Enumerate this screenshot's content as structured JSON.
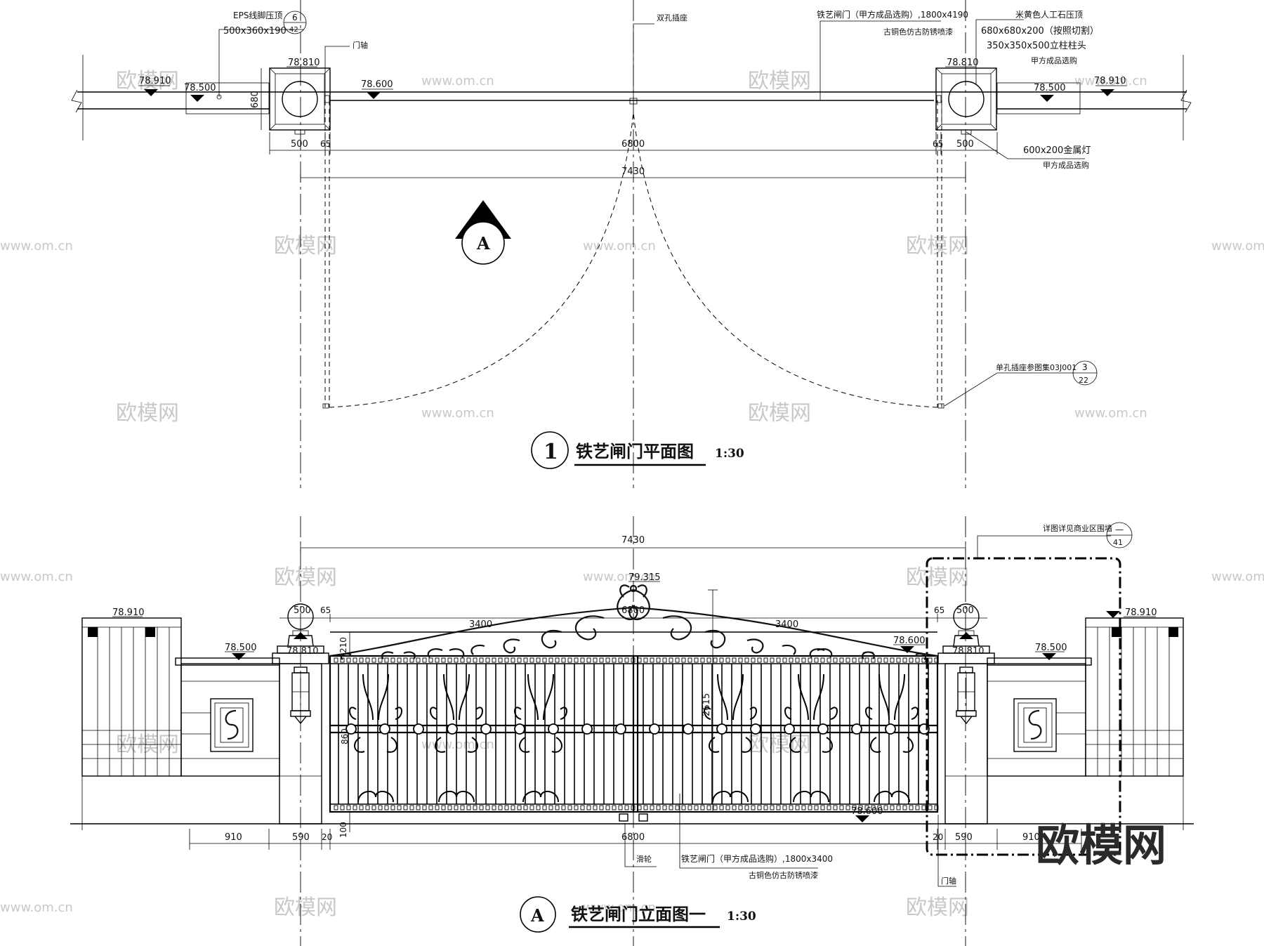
{
  "plan": {
    "title": "铁艺闸门平面图",
    "scale": "1:30",
    "number": "1",
    "section_marker": "A",
    "levels": {
      "left_outer": "78.910",
      "left_inner": "78.500",
      "left_pillar": "78.810",
      "center": "78.600",
      "right_pillar": "78.810",
      "right_inner": "78.500",
      "right_outer": "78.910"
    },
    "dims": {
      "pillar_left": "500",
      "gap_left": "65",
      "opening": "6800",
      "gap_right": "65",
      "pillar_right": "500",
      "total": "7430",
      "depth": "680"
    },
    "notes": {
      "eps_line1": "EPS线脚压顶",
      "eps_line2": "500x360x190",
      "eps_ref_top": "6",
      "eps_ref_bottom": "42",
      "hinge": "门轴",
      "socket": "双孔插座",
      "gate_line1": "铁艺闸门（甲方成品选购）,1800x4190",
      "gate_line2": "古铜色仿古防锈喷漆",
      "cap_line1": "米黄色人工石压顶",
      "cap_line2": "680x680x200（按照切割）",
      "cap_line3": "350x350x500立柱柱头",
      "cap_line4": "甲方成品选购",
      "lamp_line1": "600x200金属灯",
      "lamp_line2": "甲方成品选购",
      "single_socket": "单孔插座参图集03J001",
      "single_ref_top": "3",
      "single_ref_bottom": "22"
    }
  },
  "elevation": {
    "title": "铁艺闸门立面图一",
    "scale": "1:30",
    "marker": "A",
    "levels": {
      "left_wall": "78.910",
      "left_mid": "78.500",
      "left_pillar": "78.810",
      "top": "79.315",
      "right_gate": "78.600",
      "right_pillar": "78.810",
      "right_mid": "78.500",
      "right_wall": "78.910",
      "bottom": "78.600"
    },
    "dims": {
      "total": "7430",
      "pillar_top_left": "500",
      "gap_top_left": "65",
      "leaf_left": "3400",
      "opening_top": "6800",
      "leaf_right": "3400",
      "gap_top_right": "65",
      "pillar_top_right": "500",
      "crest": "210",
      "gate_height": "2615",
      "panel": "860",
      "bottom_gap": "100",
      "wall_left": "910",
      "pillar_left": "590",
      "gap_left": "20",
      "opening": "6800",
      "gap_right": "20",
      "pillar_right": "590",
      "wall_right": "910"
    },
    "notes": {
      "detail_ref": "详图详见商业区围墙",
      "detail_ref_top": "—",
      "detail_ref_bottom": "41",
      "wheel": "滑轮",
      "gate_line1": "铁艺闸门（甲方成品选购）,1800x3400",
      "gate_line2": "古铜色仿古防锈喷漆",
      "hinge": "门轴"
    }
  },
  "watermarks": {
    "logo": "欧模网",
    "url": "www.om.cn",
    "corner": "欧模网"
  }
}
